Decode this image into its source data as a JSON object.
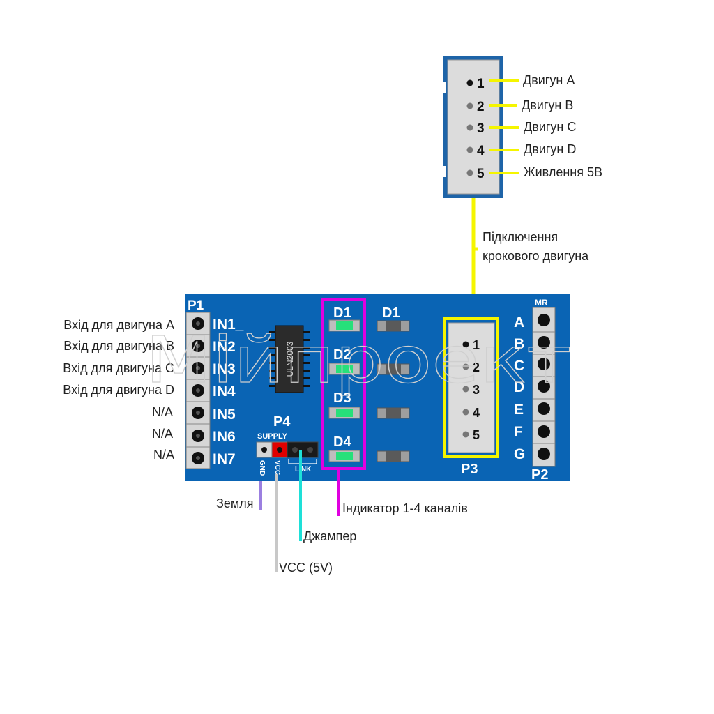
{
  "colors": {
    "board": "#0a64b4",
    "yellow": "#f5f500",
    "magenta": "#e000e0",
    "cyan": "#1ee0d8",
    "purple": "#9b7fe0",
    "gray_wire": "#c8c8c8",
    "led_green": "#27e07a",
    "vcc_pin": "#e00000"
  },
  "connector_top": {
    "pins": [
      "1",
      "2",
      "3",
      "4",
      "5"
    ],
    "labels": [
      "Двигун A",
      "Двигун B",
      "Двигун C",
      "Двигун D",
      "Живлення 5В"
    ]
  },
  "motor_connection_label": [
    "Підключення",
    "крокового двигуна"
  ],
  "board": {
    "p1_label": "P1",
    "inputs": [
      "IN1_",
      "IN2",
      "IN3",
      "IN4",
      "IN5",
      "IN6",
      "IN7"
    ],
    "input_labels": [
      "Вхід для двигуна A",
      "Вхід для двигуна B",
      "Вхід для двигуна C",
      "Вхід для двигуна D",
      "N/A",
      "N/A",
      "N/A"
    ],
    "chip": "ULN2003",
    "leds": [
      "D1",
      "D2",
      "D3",
      "D4"
    ],
    "extra_led_label": "D1",
    "p4_label": "P4",
    "supply_label": "SUPPLY",
    "gnd_label": "GND",
    "vcc_label": "VCC",
    "link_label": "LINK",
    "p3_label": "P3",
    "p3_pins": [
      "1",
      "2",
      "3",
      "4",
      "5"
    ],
    "mr_label": "MR",
    "p2_letters": [
      "A",
      "B",
      "C",
      "D",
      "E",
      "F",
      "G"
    ],
    "p2_label": "P2"
  },
  "bottom_labels": {
    "ground": "Земля",
    "jumper": "Джампер",
    "vcc": "VCC (5V)",
    "indicator": "Індикатор 1-4 каналів"
  },
  "watermark": "Мійпроект"
}
